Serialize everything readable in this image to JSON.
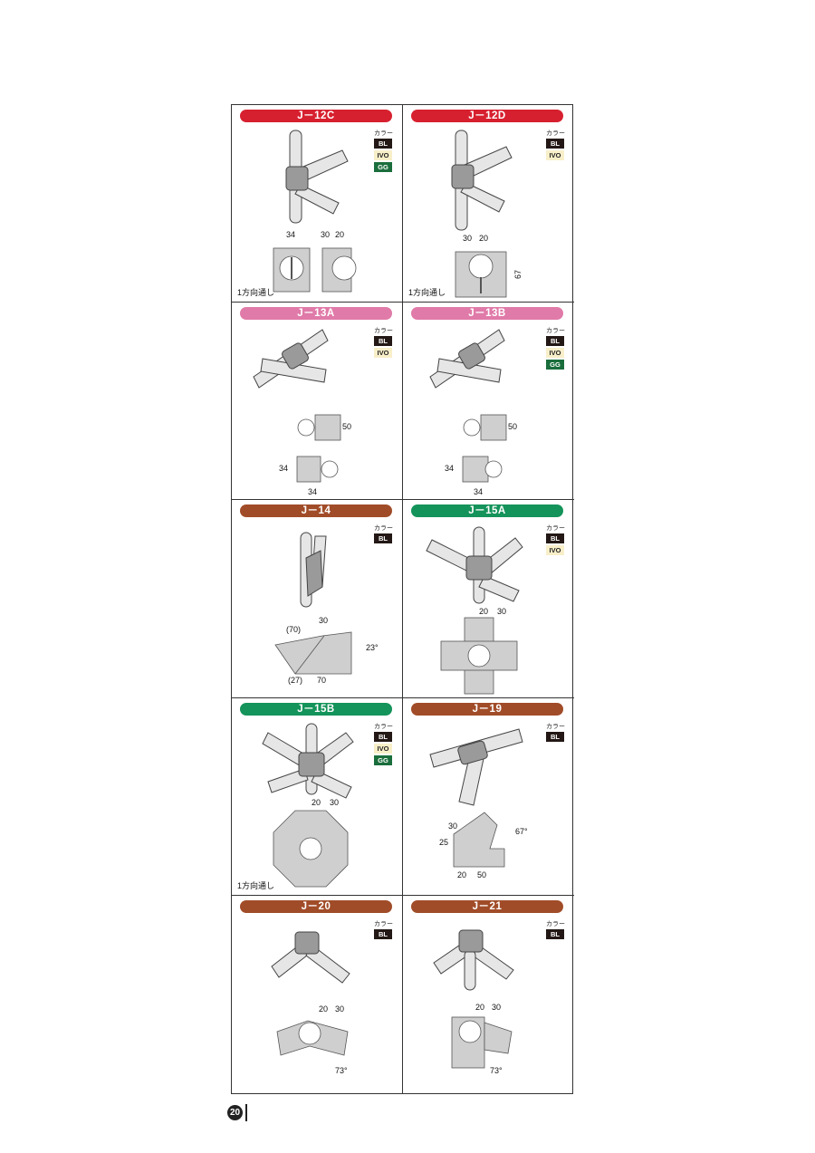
{
  "color_label": "カラー",
  "note_one_way": "1方向通し",
  "page_number": "20",
  "swatch_colors": {
    "BL": "#231815",
    "IVO": "#f8efc9",
    "GG": "#1a6e3c"
  },
  "items": [
    {
      "id": "J－12C",
      "bar_color": "#d7202f",
      "colors": [
        "BL",
        "IVO",
        "GG"
      ],
      "note": "1方向通し",
      "dims": [
        "34",
        "30",
        "20"
      ]
    },
    {
      "id": "J－12D",
      "bar_color": "#d7202f",
      "colors": [
        "BL",
        "IVO"
      ],
      "note": "1方向通し",
      "dims": [
        "30",
        "20",
        "67"
      ]
    },
    {
      "id": "J－13A",
      "bar_color": "#e07aa8",
      "colors": [
        "BL",
        "IVO"
      ],
      "note": "",
      "dims": [
        "50",
        "34",
        "34"
      ]
    },
    {
      "id": "J－13B",
      "bar_color": "#e07aa8",
      "colors": [
        "BL",
        "IVO",
        "GG"
      ],
      "note": "",
      "dims": [
        "50",
        "34",
        "34"
      ]
    },
    {
      "id": "J－14",
      "bar_color": "#a14c28",
      "colors": [
        "BL"
      ],
      "note": "",
      "dims": [
        "(70)",
        "30",
        "23°",
        "(27)",
        "70"
      ]
    },
    {
      "id": "J－15A",
      "bar_color": "#14935a",
      "colors": [
        "BL",
        "IVO"
      ],
      "note": "",
      "dims": [
        "20",
        "30"
      ]
    },
    {
      "id": "J－15B",
      "bar_color": "#14935a",
      "colors": [
        "BL",
        "IVO",
        "GG"
      ],
      "note": "1方向通し",
      "dims": [
        "20",
        "30"
      ]
    },
    {
      "id": "J－19",
      "bar_color": "#a14c28",
      "colors": [
        "BL"
      ],
      "note": "",
      "dims": [
        "30",
        "25",
        "67°",
        "20",
        "50"
      ]
    },
    {
      "id": "J－20",
      "bar_color": "#a14c28",
      "colors": [
        "BL"
      ],
      "note": "",
      "dims": [
        "20",
        "30",
        "73°"
      ]
    },
    {
      "id": "J－21",
      "bar_color": "#a14c28",
      "colors": [
        "BL"
      ],
      "note": "",
      "dims": [
        "20",
        "30",
        "73°"
      ]
    }
  ]
}
